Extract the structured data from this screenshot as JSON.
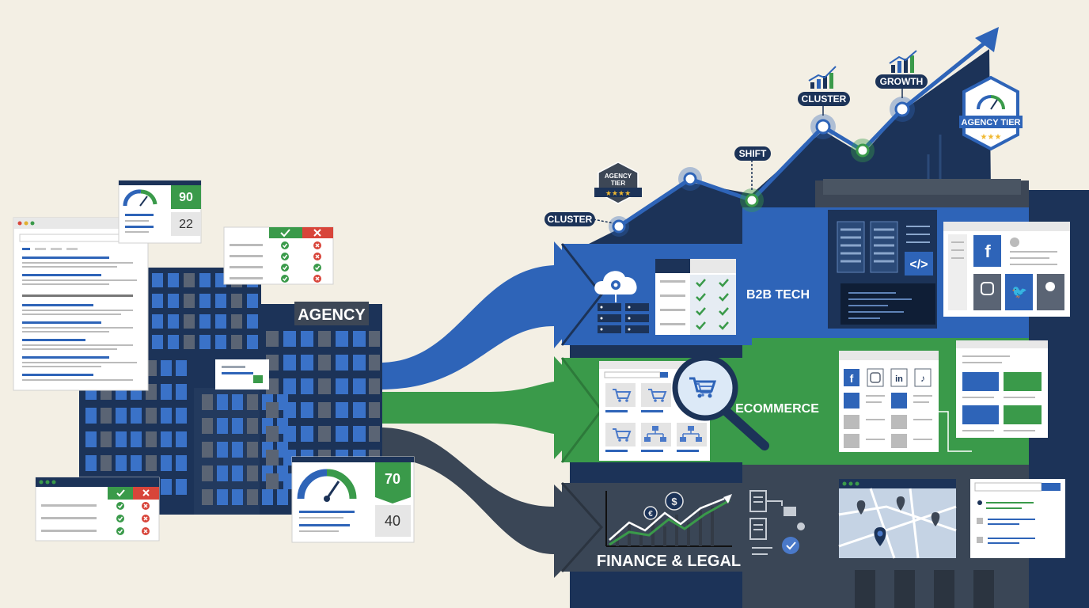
{
  "agency_building": {
    "label": "AGENCY"
  },
  "score_cards": {
    "small": {
      "top_score": "90",
      "bottom_score": "22"
    },
    "large": {
      "top_score": "70",
      "bottom_score": "40"
    }
  },
  "verticals": [
    {
      "label": "B2B TECH",
      "color": "#2e64b8"
    },
    {
      "label": "ECOMMERCE",
      "color": "#3a9a4a"
    },
    {
      "label": "FINANCE & LEGAL",
      "color": "#3a4656"
    }
  ],
  "growth_path": {
    "labels": [
      "CLUSTER",
      "SHIFT",
      "CLUSTER",
      "GROWTH"
    ],
    "badges": [
      {
        "line1": "AGENCY",
        "line2": "TIER",
        "stars": "★★★★"
      },
      {
        "line1": "AGENCY TIER",
        "stars": "★★★"
      }
    ]
  },
  "colors": {
    "navy": "#1c3358",
    "blue": "#2e64b8",
    "green": "#3a9a4a",
    "slate": "#3a4656",
    "background": "#f3efe4"
  },
  "icons": [
    "gauge-icon",
    "check-icon",
    "cross-icon",
    "cloud-gear-icon",
    "server-icon",
    "cart-icon",
    "magnifier-icon",
    "sitemap-icon",
    "euro-icon",
    "dollar-icon",
    "facebook-icon",
    "instagram-icon",
    "twitter-icon",
    "linkedin-icon",
    "tiktok-icon",
    "code-icon",
    "map-pin-icon",
    "search-icon",
    "growth-bars-icon",
    "arrow-up-icon"
  ]
}
